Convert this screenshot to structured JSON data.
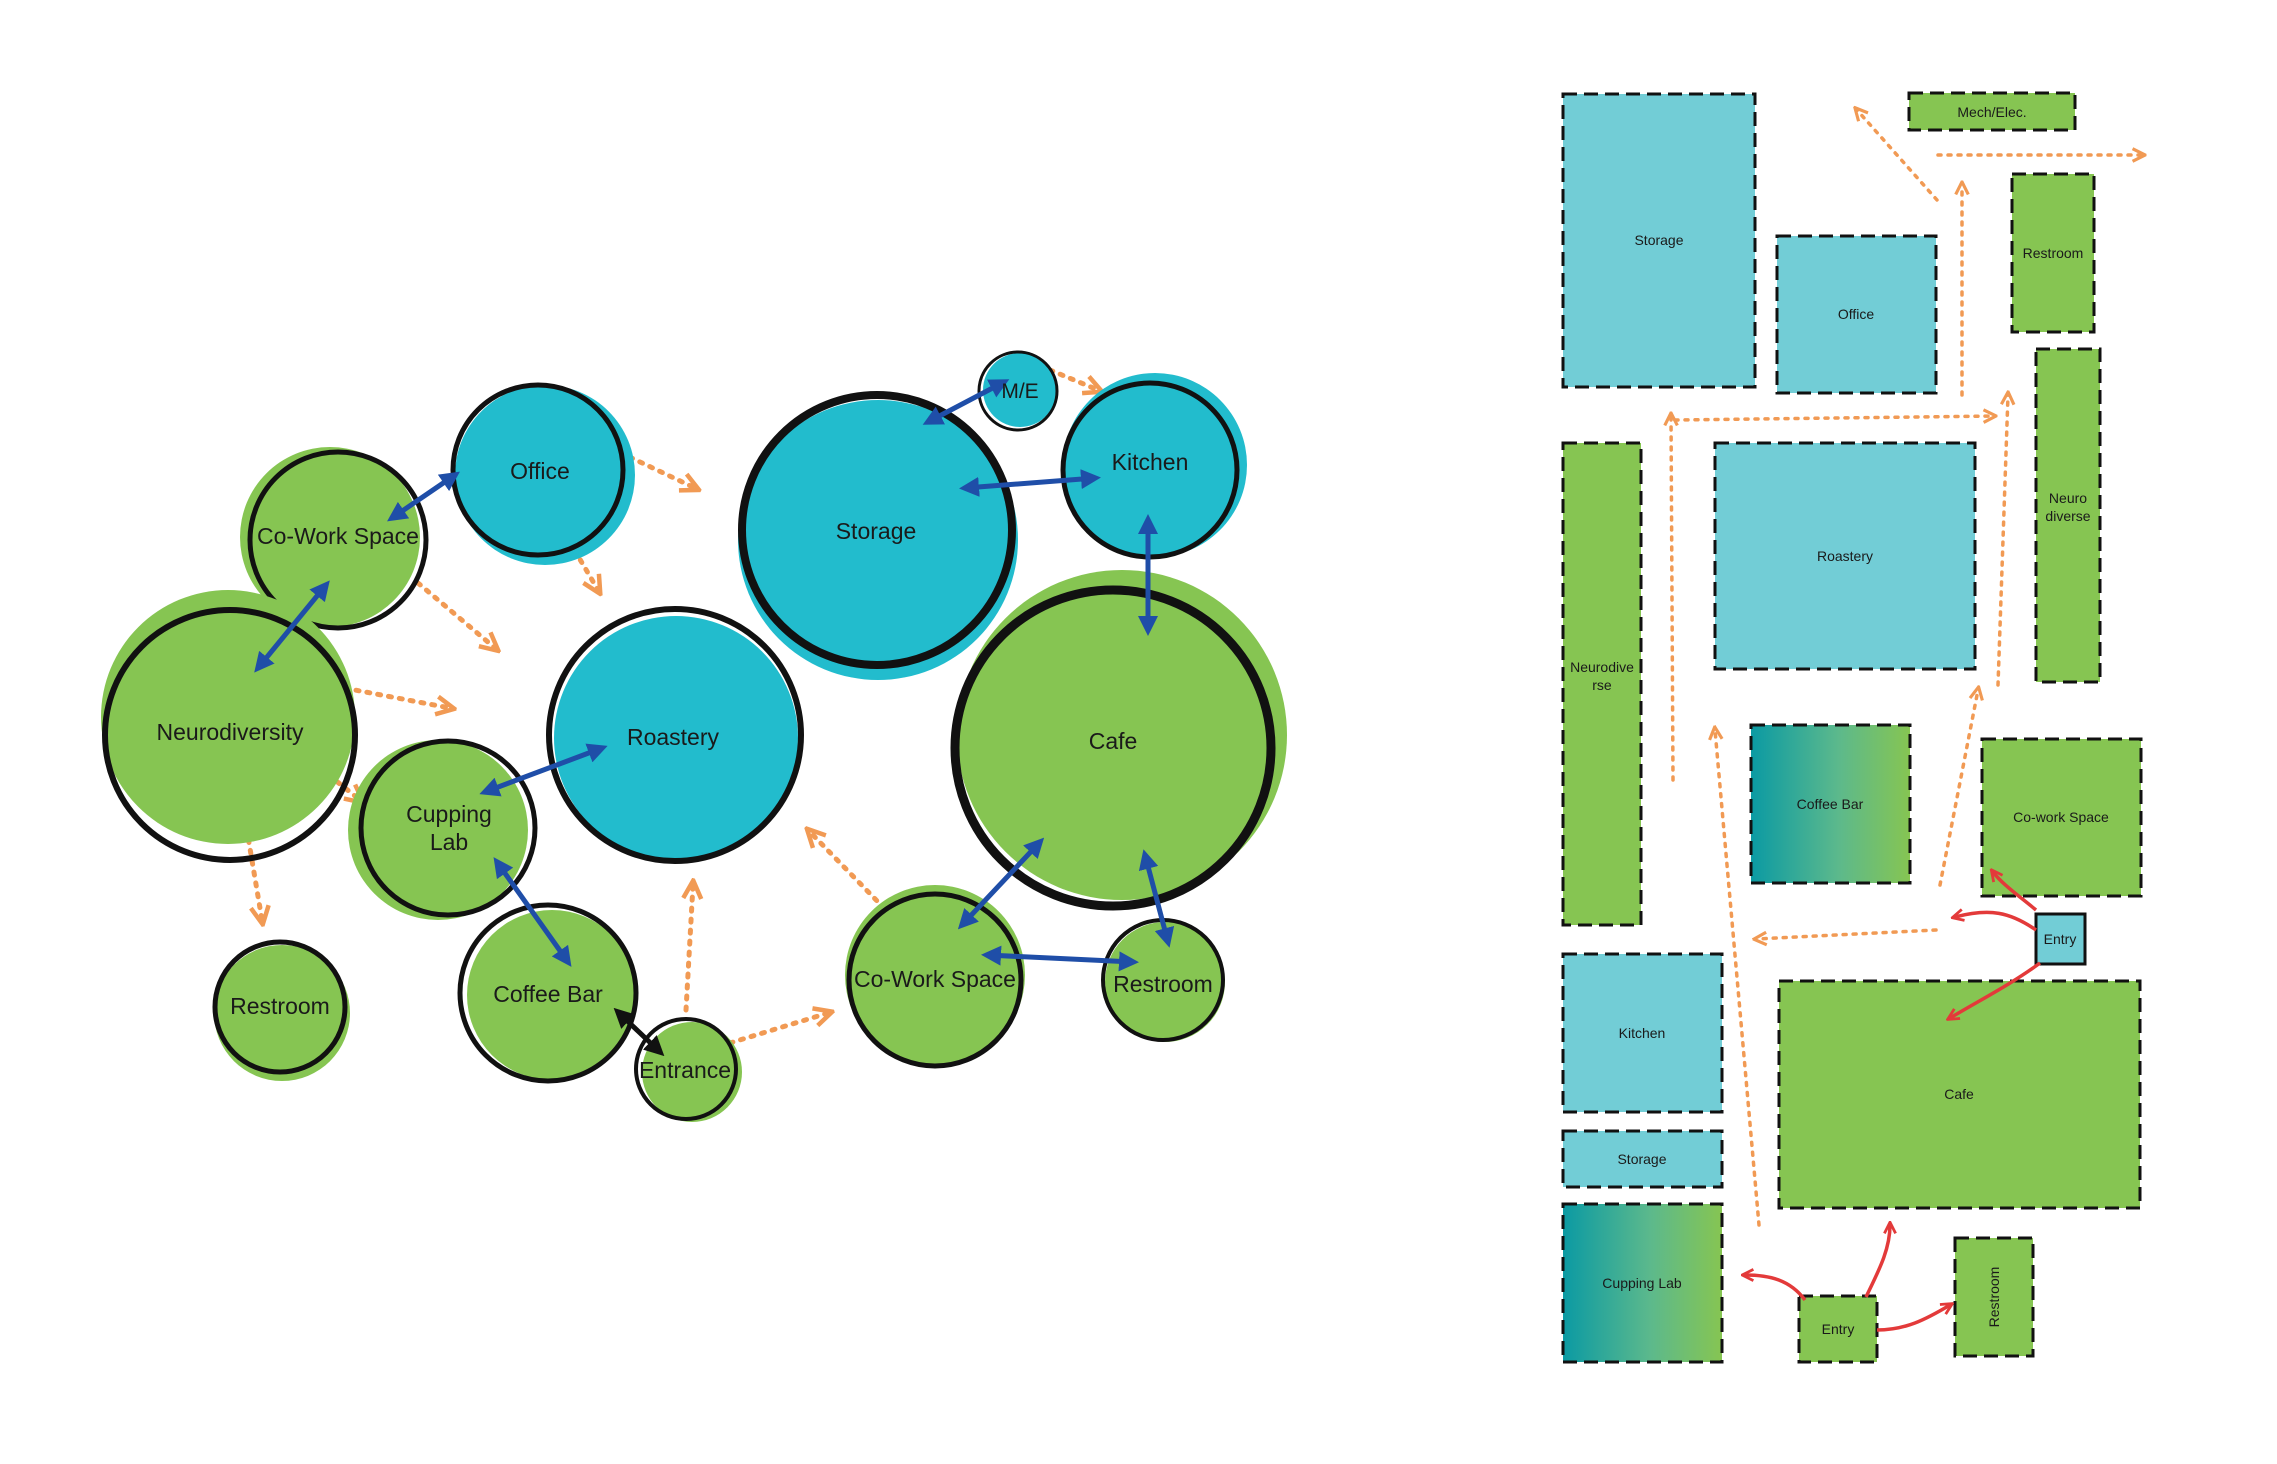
{
  "colors": {
    "green": "#86c552",
    "cyan": "#22bccd",
    "plan_cyan": "#72cdd6",
    "plan_green": "#86c552",
    "teal_dark": "#0b9aa3",
    "outline": "#111111",
    "blue_arrow": "#1f4ea8",
    "orange_arrow": "#f19a54",
    "red_arrow": "#e33a3a"
  },
  "bubble_diagram": {
    "bubbles": [
      {
        "id": "office",
        "label": "Office",
        "color": "cyan"
      },
      {
        "id": "cowork-left",
        "label": "Co-Work Space",
        "color": "green"
      },
      {
        "id": "neurodiversity",
        "label": "Neurodiversity",
        "color": "green"
      },
      {
        "id": "cupping-lab",
        "label": "Cupping Lab",
        "color": "green"
      },
      {
        "id": "restroom-left",
        "label": "Restroom",
        "color": "green"
      },
      {
        "id": "coffee-bar",
        "label": "Coffee Bar",
        "color": "green"
      },
      {
        "id": "entrance",
        "label": "Entrance",
        "color": "green"
      },
      {
        "id": "roastery",
        "label": "Roastery",
        "color": "cyan"
      },
      {
        "id": "storage",
        "label": "Storage",
        "color": "cyan"
      },
      {
        "id": "me",
        "label": "M/E",
        "color": "cyan"
      },
      {
        "id": "kitchen",
        "label": "Kitchen",
        "color": "cyan"
      },
      {
        "id": "cafe",
        "label": "Cafe",
        "color": "green"
      },
      {
        "id": "cowork-right",
        "label": "Co-Work Space",
        "color": "green"
      },
      {
        "id": "restroom-right",
        "label": "Restroom",
        "color": "green"
      }
    ]
  },
  "floor_plan": {
    "rooms": [
      {
        "id": "storage-top",
        "label": "Storage",
        "color": "plan_cyan"
      },
      {
        "id": "office",
        "label": "Office",
        "color": "plan_cyan"
      },
      {
        "id": "mech-elec",
        "label": "Mech/Elec.",
        "color": "plan_green"
      },
      {
        "id": "restroom-top",
        "label": "Restroom",
        "color": "plan_green"
      },
      {
        "id": "neurodiverse-right",
        "label": "Neurodiverse",
        "color": "plan_green"
      },
      {
        "id": "roastery",
        "label": "Roastery",
        "color": "plan_cyan"
      },
      {
        "id": "neurodiverse-left",
        "label": "Neurodiverse",
        "color": "plan_green"
      },
      {
        "id": "coffee-bar",
        "label": "Coffee Bar",
        "color": "gradient"
      },
      {
        "id": "cowork",
        "label": "Co-work Space",
        "color": "plan_green"
      },
      {
        "id": "entry-right",
        "label": "Entry",
        "color": "plan_cyan"
      },
      {
        "id": "kitchen",
        "label": "Kitchen",
        "color": "plan_cyan"
      },
      {
        "id": "cafe",
        "label": "Cafe",
        "color": "plan_green"
      },
      {
        "id": "storage-bottom",
        "label": "Storage",
        "color": "plan_cyan"
      },
      {
        "id": "cupping-lab",
        "label": "Cupping Lab",
        "color": "gradient"
      },
      {
        "id": "entry-bottom",
        "label": "Entry",
        "color": "plan_green"
      },
      {
        "id": "restroom-bottom",
        "label": "Restroom",
        "color": "plan_green"
      }
    ]
  }
}
